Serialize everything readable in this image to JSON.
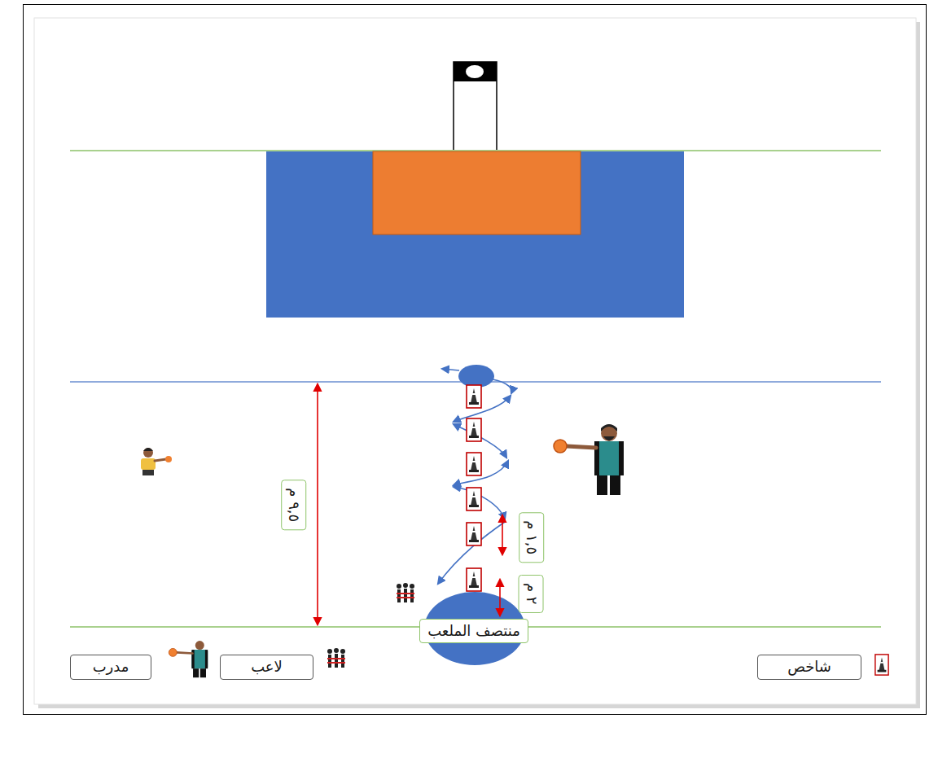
{
  "diagram": {
    "nodes": [
      {
        "text": [
          "٩,٥ م"
        ]
      },
      {
        "text": [
          "١,٥ م"
        ]
      },
      {
        "text": [
          "٢ م"
        ]
      },
      {
        "text": [
          "منتصف الملعب"
        ]
      }
    ],
    "legend": [
      {
        "text": "مدرب"
      },
      {
        "text": "لاعب"
      },
      {
        "text": "شاخص"
      }
    ]
  }
}
